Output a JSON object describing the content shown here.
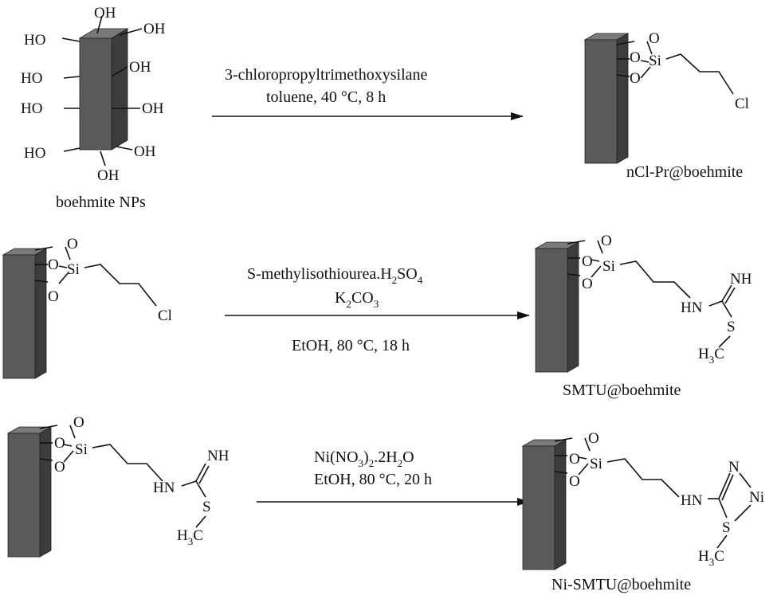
{
  "colors": {
    "block_front": "#5a5a5a",
    "block_top": "#7a7a7a",
    "block_side": "#3c3c3c",
    "line": "#111111",
    "background": "#ffffff"
  },
  "step1": {
    "conditions_line1": "3-chloropropyltrimethoxysilane",
    "conditions_line2": "toluene, 40 °C, 8 h",
    "reactant_label": "boehmite NPs",
    "product_label": "nCl-Pr@boehmite",
    "oh": "OH",
    "ho": "HO"
  },
  "step2": {
    "reagent_prefix": "S-methylisothiourea.H",
    "reagent_sub1": "2",
    "reagent_mid": "SO",
    "reagent_sub2": "4",
    "base_prefix": "K",
    "base_sub1": "2",
    "base_mid": "CO",
    "base_sub2": "3",
    "conditions": "EtOH, 80 °C, 18 h",
    "product_label": "SMTU@boehmite"
  },
  "step3": {
    "reagent_prefix": "Ni(NO",
    "reagent_sub1": "3",
    "reagent_mid": ")",
    "reagent_sub2": "2",
    "reagent_suffix": ".2H",
    "reagent_sub3": "2",
    "reagent_end": "O",
    "conditions": "EtOH, 80 °C, 20 h",
    "product_label": "Ni-SMTU@boehmite"
  },
  "atoms": {
    "o": "O",
    "si": "Si",
    "cl": "Cl",
    "nh": "NH",
    "hn": "HN",
    "s": "S",
    "n": "N",
    "ni": "Ni",
    "h3c_h": "H",
    "h3c_sub": "3",
    "h3c_c": "C"
  }
}
